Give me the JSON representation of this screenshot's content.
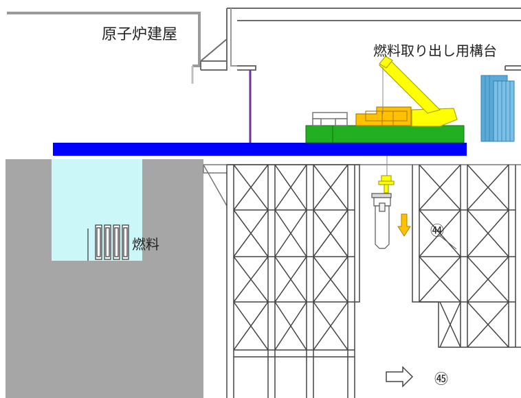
{
  "labels": {
    "reactor_building": "原子炉建屋",
    "fuel_handling_platform": "燃料取り出し用構台",
    "fuel": "燃料",
    "step_44": "㊹",
    "step_45": "㊺"
  },
  "colors": {
    "reactor_wall": "#a6a6a6",
    "spent_fuel_pool_water": "#ccf7f9",
    "operating_floor_girder": "#0000ff",
    "equipment_base": "#22b022",
    "fuel_handling_machine": "#ffc000",
    "crane": "#ffff00",
    "cask_stack": "#5aa9d6",
    "support_cable": "#7030a0",
    "lowering_arrow": "#ffc000"
  },
  "icons": {
    "lowering_arrow": "down-arrow-icon",
    "transfer_arrow": "right-hollow-arrow-icon"
  }
}
